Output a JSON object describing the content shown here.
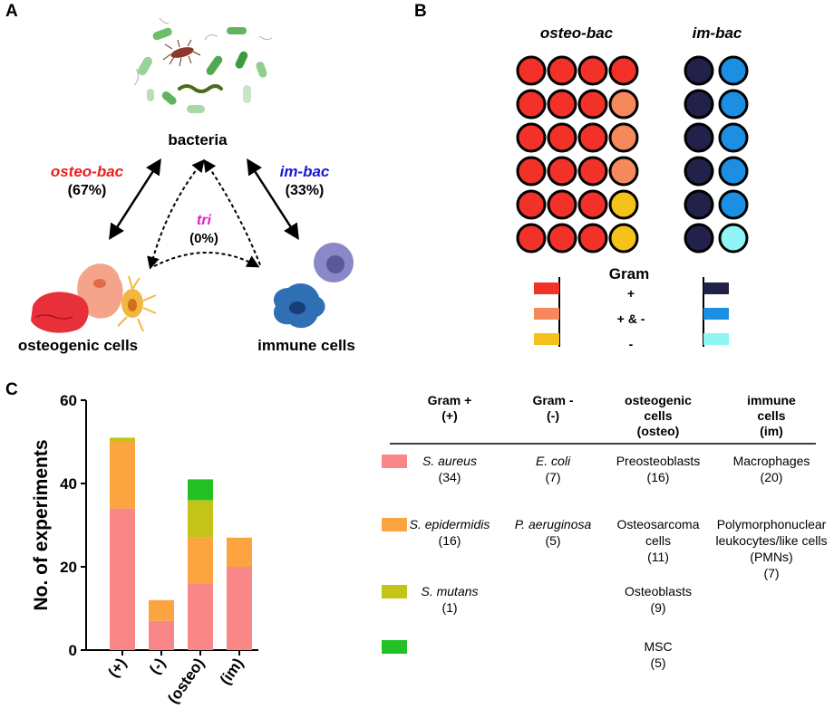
{
  "panel_a": {
    "letter": "A",
    "bacteria_label": "bacteria",
    "osteo_bac": {
      "label": "osteo-bac",
      "pct": "(67%)",
      "color": "#e8201e"
    },
    "im_bac": {
      "label": "im-bac",
      "pct": "(33%)",
      "color": "#1a1ad0"
    },
    "tri": {
      "label": "tri",
      "pct": "(0%)",
      "color": "#e020d0"
    },
    "osteogenic_label": "osteogenic cells",
    "immune_label": "immune cells"
  },
  "panel_b": {
    "letter": "B",
    "osteo_title": "osteo-bac",
    "im_title": "im-bac",
    "osteo_grid": [
      [
        "gp",
        "gp",
        "gp",
        "gp"
      ],
      [
        "gp",
        "gp",
        "gp",
        "gpm"
      ],
      [
        "gp",
        "gp",
        "gp",
        "gpm"
      ],
      [
        "gp",
        "gp",
        "gp",
        "gpm"
      ],
      [
        "gp",
        "gp",
        "gp",
        "gm"
      ],
      [
        "gp",
        "gp",
        "gp",
        "gm"
      ]
    ],
    "im_grid": [
      [
        "ip",
        "ipm"
      ],
      [
        "ip",
        "ipm"
      ],
      [
        "ip",
        "ipm"
      ],
      [
        "ip",
        "ipm"
      ],
      [
        "ip",
        "ipm"
      ],
      [
        "ip",
        "im"
      ]
    ],
    "colors": {
      "gp": "#f23229",
      "gpm": "#f5895c",
      "gm": "#f5c21b",
      "ip": "#22214a",
      "ipm": "#1c8fe3",
      "im": "#8ff5f5"
    },
    "legend_title": "Gram",
    "legend_rows": [
      {
        "label": "+",
        "osteo_key": "gp",
        "im_key": "ip"
      },
      {
        "label": "+ & -",
        "osteo_key": "gpm",
        "im_key": "ipm"
      },
      {
        "label": "-",
        "osteo_key": "gm",
        "im_key": "im"
      }
    ]
  },
  "panel_c": {
    "letter": "C",
    "colors": {
      "c0": "#f98787",
      "c1": "#fca43f",
      "c2": "#c3c417",
      "c3": "#23c126"
    },
    "table": {
      "headers": [
        [
          "Gram +",
          "(+)"
        ],
        [
          "Gram -",
          "(-)"
        ],
        [
          "osteogenic",
          "cells",
          "(osteo)"
        ],
        [
          "immune",
          "cells",
          "(im)"
        ]
      ],
      "rows": [
        {
          "swatch": "c0",
          "cells": [
            {
              "lines": [
                "S. aureus",
                "(34)"
              ],
              "italic_first": true
            },
            {
              "lines": [
                "E. coli",
                "(7)"
              ],
              "italic_first": true
            },
            {
              "lines": [
                "Preosteoblasts",
                "(16)"
              ],
              "italic_first": false
            },
            {
              "lines": [
                "Macrophages",
                "(20)"
              ],
              "italic_first": false
            }
          ]
        },
        {
          "swatch": "c1",
          "cells": [
            {
              "lines": [
                "S. epidermidis",
                "(16)"
              ],
              "italic_first": true
            },
            {
              "lines": [
                "P. aeruginosa",
                "(5)"
              ],
              "italic_first": true
            },
            {
              "lines": [
                "Osteosarcoma",
                "cells",
                "(11)"
              ],
              "italic_first": false
            },
            {
              "lines": [
                "Polymorphonuclear",
                "leukocytes/like cells",
                "(PMNs)",
                "(7)"
              ],
              "italic_first": false
            }
          ]
        },
        {
          "swatch": "c2",
          "cells": [
            {
              "lines": [
                "S. mutans",
                "(1)"
              ],
              "italic_first": true
            },
            {
              "lines": [],
              "italic_first": false
            },
            {
              "lines": [
                "Osteoblasts",
                "(9)"
              ],
              "italic_first": false
            },
            {
              "lines": [],
              "italic_first": false
            }
          ]
        },
        {
          "swatch": "c3",
          "cells": [
            {
              "lines": [],
              "italic_first": false
            },
            {
              "lines": [],
              "italic_first": false
            },
            {
              "lines": [
                "MSC",
                "(5)"
              ],
              "italic_first": false
            },
            {
              "lines": [],
              "italic_first": false
            }
          ]
        }
      ]
    }
  },
  "chart_data": {
    "type": "bar",
    "stacked": true,
    "categories": [
      "(+)",
      "(-)",
      "(osteo)",
      "(im)"
    ],
    "series": [
      {
        "values": [
          34,
          7,
          16,
          20
        ],
        "color_key": "c0"
      },
      {
        "values": [
          16,
          5,
          11,
          7
        ],
        "color_key": "c1"
      },
      {
        "values": [
          1,
          0,
          9,
          0
        ],
        "color_key": "c2"
      },
      {
        "values": [
          0,
          0,
          5,
          0
        ],
        "color_key": "c3"
      }
    ],
    "ylabel": "No. of experiments",
    "ylim": [
      0,
      60
    ],
    "yticks": [
      0,
      20,
      40,
      60
    ]
  }
}
